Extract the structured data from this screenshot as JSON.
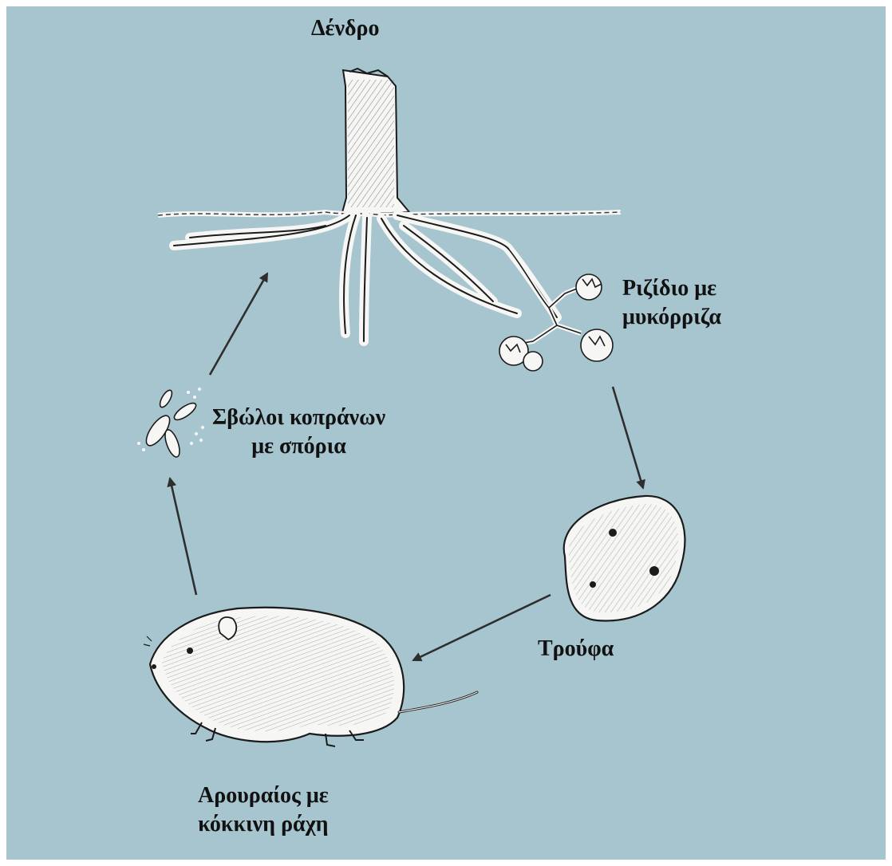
{
  "colors": {
    "background": "#a7c5cf",
    "ink": "#1b1b1b",
    "arrow": "#2e2e2e",
    "drawing_fill": "#f6f7f5"
  },
  "nodes": {
    "tree": {
      "label": "Δένδρο"
    },
    "rootlet": {
      "line1": "Ριζίδιο με",
      "line2": "μυκόρριζα"
    },
    "pellets": {
      "line1": "Σβώλοι κοπράνων",
      "line2": "με σπόρια"
    },
    "truffle": {
      "label": "Τρούφα"
    },
    "vole": {
      "line1": "Αρουραίος με",
      "line2": "κόκκινη ράχη"
    }
  },
  "icons": [
    "tree-trunk-icon",
    "root-system-icon",
    "mycorrhiza-rootlet-icon",
    "truffle-icon",
    "vole-icon",
    "fecal-pellets-icon"
  ]
}
